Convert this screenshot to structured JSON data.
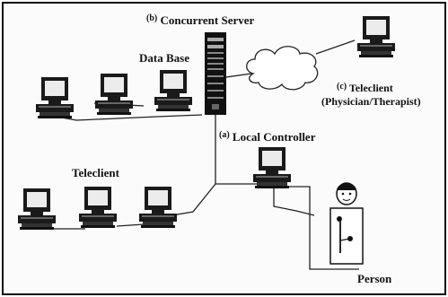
{
  "diagram": {
    "server": {
      "tag": "(b)",
      "label": "Concurrent Server"
    },
    "database": {
      "label": "Data Base"
    },
    "remote_client": {
      "tag": "(c)",
      "label": "Teleclient",
      "role": "(Physician/Therapist)"
    },
    "local_controller": {
      "tag": "(a)",
      "label": "Local Controller"
    },
    "teleclient_group": {
      "label": "Teleclient"
    },
    "person": {
      "label": "Person"
    }
  }
}
